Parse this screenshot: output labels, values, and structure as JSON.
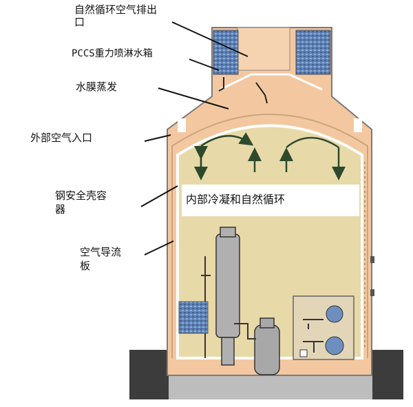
{
  "labels": {
    "exhaust_line1": "自然循环空气排出",
    "exhaust_line2": "口",
    "pccs_tank": "PCCS重力喷淋水箱",
    "water_film": "水膜蒸发",
    "air_inlet": "外部空气入口",
    "steel_shell_line1": "钢安全壳容",
    "steel_shell_line2": "器",
    "air_baffle_line1": "空气导流",
    "air_baffle_line2": "板",
    "internal_circulation": "内部冷凝和自然循环"
  },
  "colors": {
    "containment_fill": "#f3c8a0",
    "interior_fill": "#e8d9a8",
    "tank_water": "#6d8fbf",
    "steel_outline": "#8a8a8a",
    "ground": "#3a3a3a",
    "arrow": "#2d4a2d"
  }
}
